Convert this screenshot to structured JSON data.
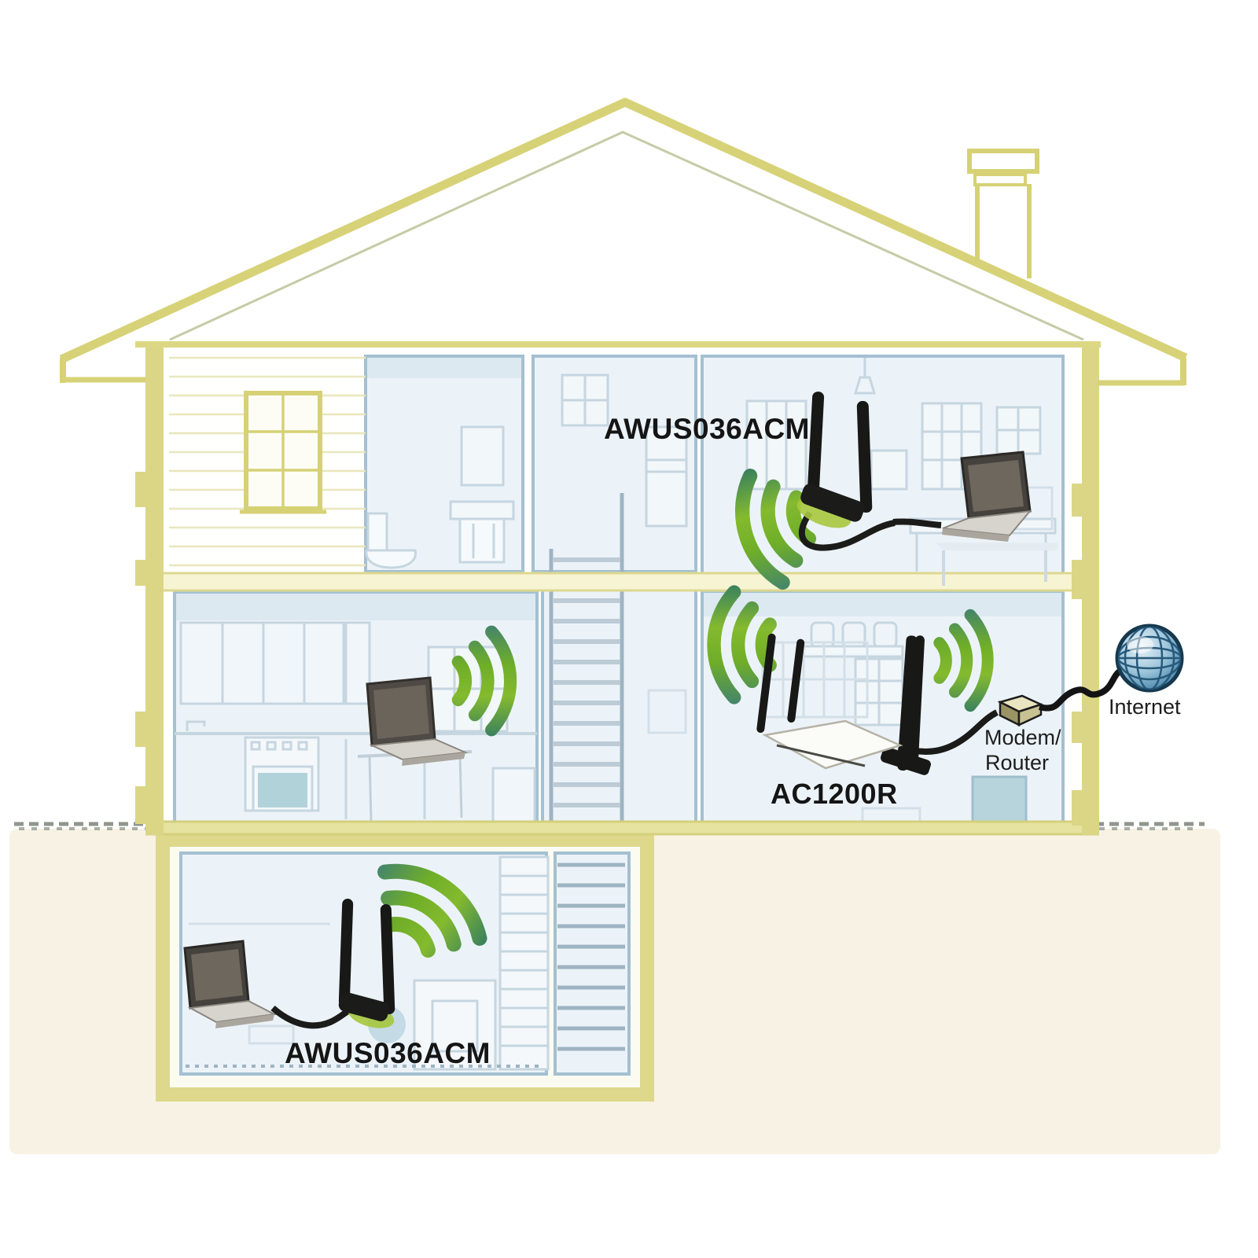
{
  "diagram": {
    "labels": {
      "adapter_upstairs": "AWUS036ACM",
      "adapter_basement": "AWUS036ACM",
      "router": "AC1200R",
      "modem_line1": "Modem/",
      "modem_line2": "Router",
      "internet": "Internet"
    },
    "colors": {
      "house_outline": "#d7d277",
      "room_border": "#a4c0d1",
      "room_fill": "#ecf3f8",
      "furniture_line": "#c6d6e0",
      "wifi_green": "#7fb72a",
      "wifi_blue": "#2b6d92",
      "ground_beige": "#f7f2e3",
      "grass": "#8f968c",
      "device_black": "#1b1b19",
      "globe_blue": "#4d87ad",
      "label_text": "#111111"
    },
    "icons": [
      "house-cross-section",
      "roof-icon",
      "chimney-icon",
      "wifi-waves-icon",
      "laptop-icon",
      "usb-wifi-adapter-icon",
      "wifi-router-icon",
      "modem-icon",
      "internet-globe-icon",
      "staircase-icon",
      "ladder-icon"
    ]
  }
}
